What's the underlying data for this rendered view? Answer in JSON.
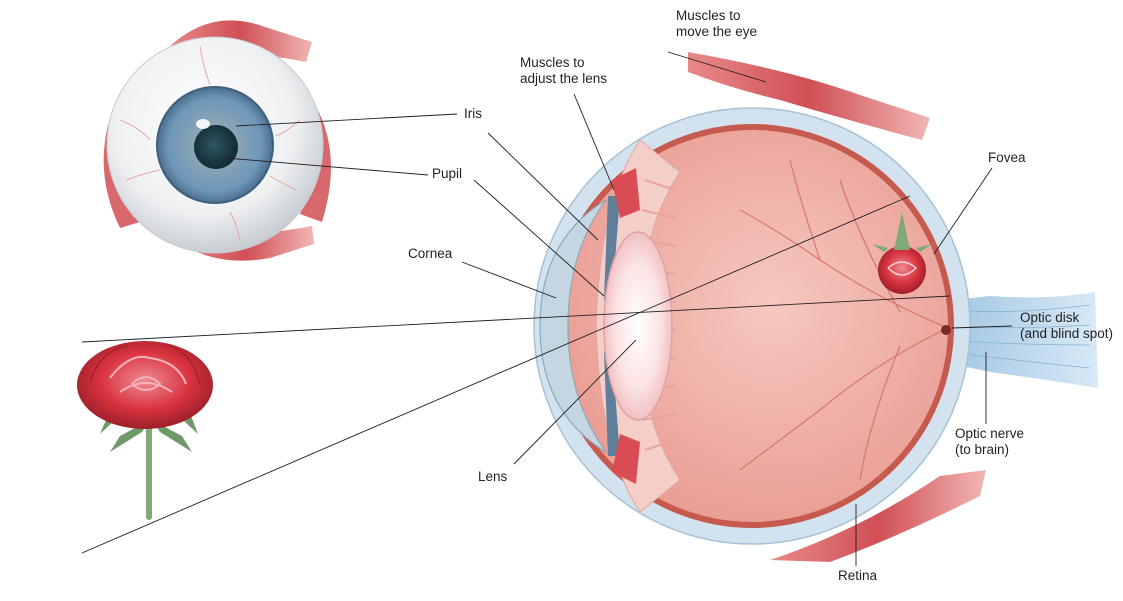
{
  "labels": {
    "muscles_eye_1": "Muscles to",
    "muscles_eye_2": "move the eye",
    "muscles_lens_1": "Muscles to",
    "muscles_lens_2": "adjust the lens",
    "iris": "Iris",
    "pupil": "Pupil",
    "cornea": "Cornea",
    "fovea": "Fovea",
    "optic_disk_1": "Optic disk",
    "optic_disk_2": "(and blind spot)",
    "optic_nerve_1": "Optic nerve",
    "optic_nerve_2": "(to brain)",
    "lens": "Lens",
    "retina": "Retina"
  },
  "colors": {
    "leader_line": "#231f20",
    "sclera": "#cfe0ec",
    "choroid": "#b5453c",
    "retina_fill": "#f2b8b0",
    "muscle": "#d45a5e",
    "iris": "#6b93b3",
    "rose": "#d8333f",
    "stem": "#7faa77",
    "optic_nerve": "#a9cbe5"
  }
}
